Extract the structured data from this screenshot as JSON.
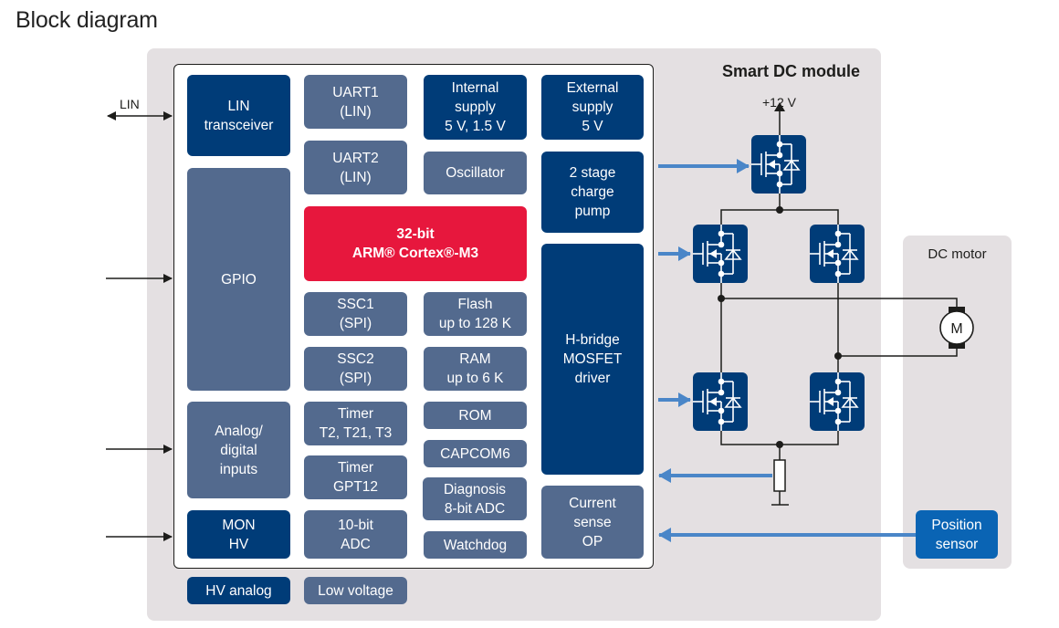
{
  "title": "Block diagram",
  "module": {
    "title": "Smart DC module",
    "supply_label": "+12 V"
  },
  "motor": {
    "title": "DC motor",
    "symbol": "M",
    "sensor": "Position\nsensor"
  },
  "external": {
    "lin_label": "LIN"
  },
  "colors": {
    "dark_block": "#003c78",
    "mid_block": "#536a8e",
    "cpu_block": "#e7173d",
    "sensor_block": "#0a64b4",
    "signal_arrow": "#4a86c8",
    "panel": "#e4e0e2"
  },
  "blocks": {
    "lin_transceiver": "LIN\ntransceiver",
    "gpio": "GPIO",
    "analog_digital_inputs": "Analog/\ndigital\ninputs",
    "mon_hv": "MON\nHV",
    "uart1": "UART1\n(LIN)",
    "uart2": "UART2\n(LIN)",
    "cpu": "32-bit\nARM® Cortex®-M3",
    "ssc1": "SSC1\n(SPI)",
    "ssc2": "SSC2\n(SPI)",
    "timer_t2": "Timer\nT2, T21, T3",
    "timer_gpt12": "Timer\nGPT12",
    "adc10": "10-bit\nADC",
    "internal_supply": "Internal\nsupply\n5 V, 1.5 V",
    "oscillator": "Oscillator",
    "flash": "Flash\nup to 128 K",
    "ram": "RAM\nup to 6 K",
    "rom": "ROM",
    "capcom6": "CAPCOM6",
    "diagnosis": "Diagnosis\n8-bit ADC",
    "watchdog": "Watchdog",
    "external_supply": "External\nsupply\n5 V",
    "charge_pump": "2 stage\ncharge\npump",
    "hbridge_driver": "H-bridge\nMOSFET\ndriver",
    "current_sense": "Current\nsense\nOP"
  },
  "legend": {
    "hv_analog": "HV analog",
    "low_voltage": "Low voltage"
  }
}
